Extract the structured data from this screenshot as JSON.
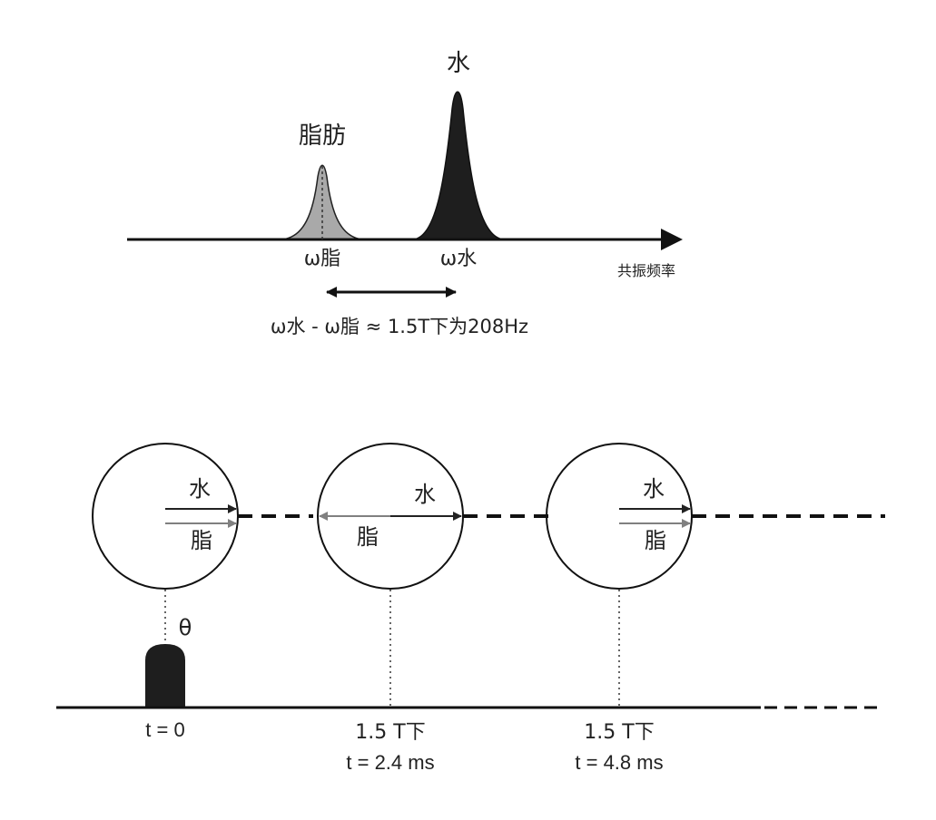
{
  "spectrum": {
    "peak_water_label": "水",
    "peak_fat_label": "脂肪",
    "omega_fat_label": "ω脂",
    "omega_water_label": "ω水",
    "axis_label": "共振频率",
    "difference_label": "ω水 - ω脂 ≈ 1.5T下为208Hz",
    "fat_fill_color": "#a9a9a9",
    "water_fill_color": "#1e1e1e"
  },
  "phase_diagram": {
    "circles": [
      {
        "water_label": "水",
        "fat_label": "脂",
        "state": "in-phase"
      },
      {
        "water_label": "水",
        "fat_label": "脂",
        "state": "opposed-phase"
      },
      {
        "water_label": "水",
        "fat_label": "脂",
        "state": "in-phase"
      }
    ],
    "flip_angle_label": "θ",
    "time_labels": [
      {
        "line1": "",
        "line2": "t = 0"
      },
      {
        "line1": "1.5 T下",
        "line2": "t = 2.4 ms"
      },
      {
        "line1": "1.5 T下",
        "line2": "t = 4.8 ms"
      }
    ],
    "water_vector_color": "#222222",
    "fat_vector_color": "#808080",
    "pulse_color": "#1e1e1e"
  }
}
